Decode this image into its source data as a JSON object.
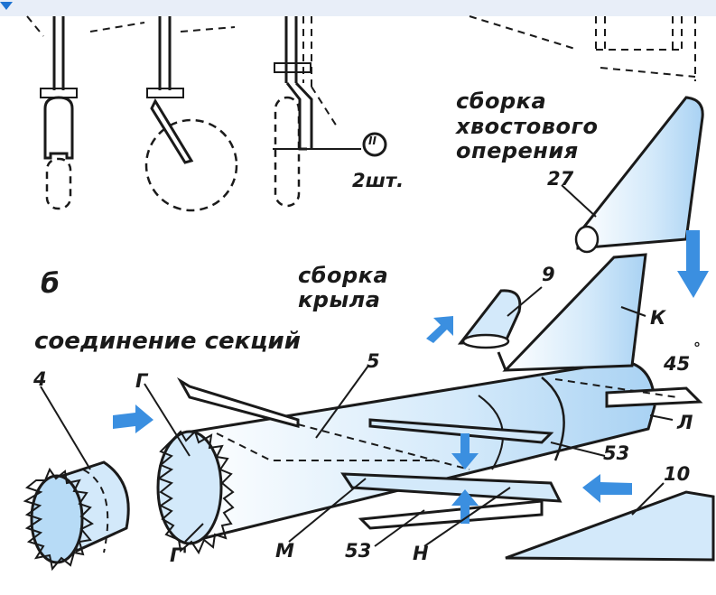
{
  "labels": {
    "tail_title_line1": "сборка",
    "tail_title_line2": "хвостового",
    "tail_title_line3": "оперения",
    "qty": "2шт.",
    "qty_marker": "II",
    "section_letter": "б",
    "wing_title_line1": "сборка",
    "wing_title_line2": "крыла",
    "join_title": "соединение секций",
    "part_27": "27",
    "part_9": "9",
    "part_K": "К",
    "part_45": "45",
    "part_deg": "°",
    "part_L": "Л",
    "part_5": "5",
    "part_53a": "53",
    "part_53b": "53",
    "part_4": "4",
    "part_G": "Г",
    "part_G2": "Г'",
    "part_M": "М",
    "part_N": "Н",
    "part_10": "10"
  },
  "colors": {
    "fill": "#d3e9fa",
    "arrow": "#3b8fe0",
    "ink": "#1a1a1a"
  }
}
